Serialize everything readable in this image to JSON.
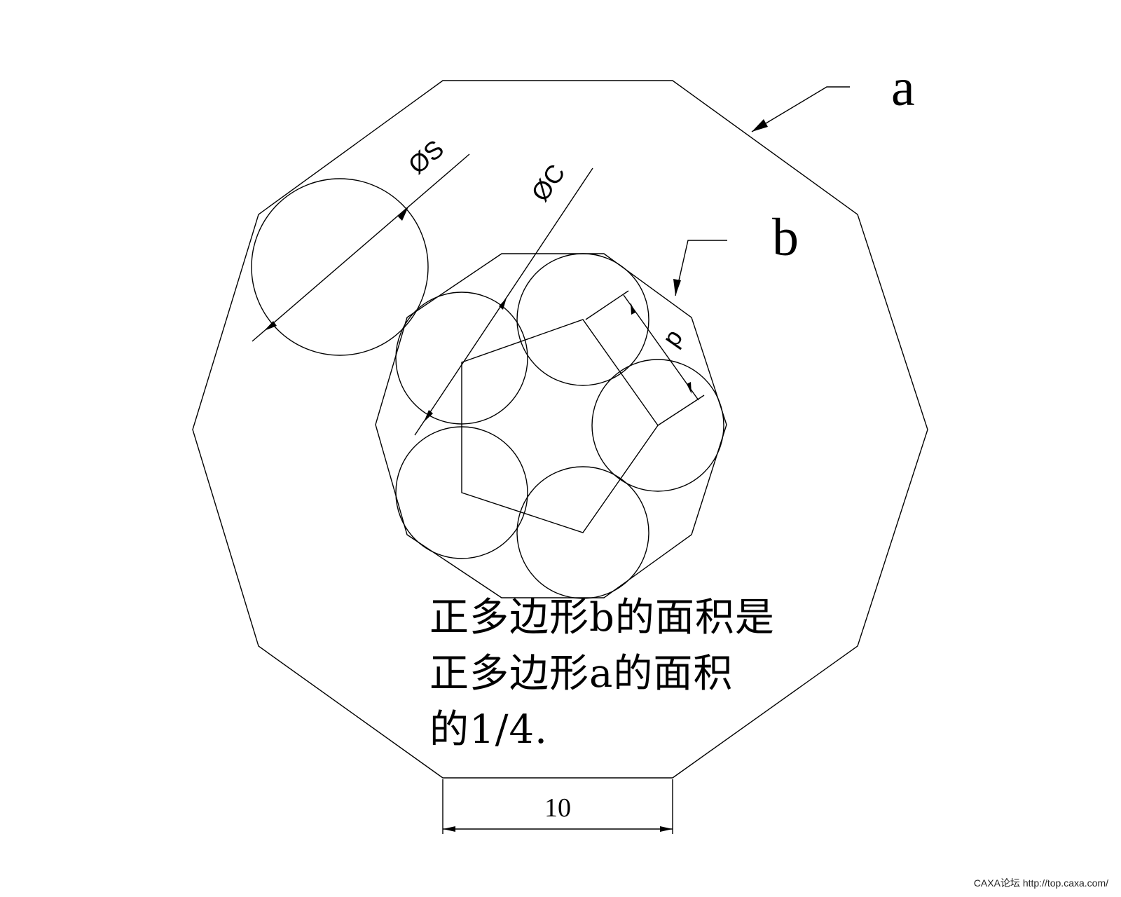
{
  "labels": {
    "polygon_a": "a",
    "polygon_b": "b",
    "dim_s": "ØS",
    "dim_c": "ØC",
    "dim_d": "d",
    "dim_bottom": "10"
  },
  "note": {
    "lines": [
      "正多边形b的面积是",
      "正多边形a的面积",
      "的1/4."
    ]
  },
  "watermark": "CAXA论坛 http://top.caxa.com/",
  "colors": {
    "line": "#000000",
    "background": "#ffffff"
  }
}
